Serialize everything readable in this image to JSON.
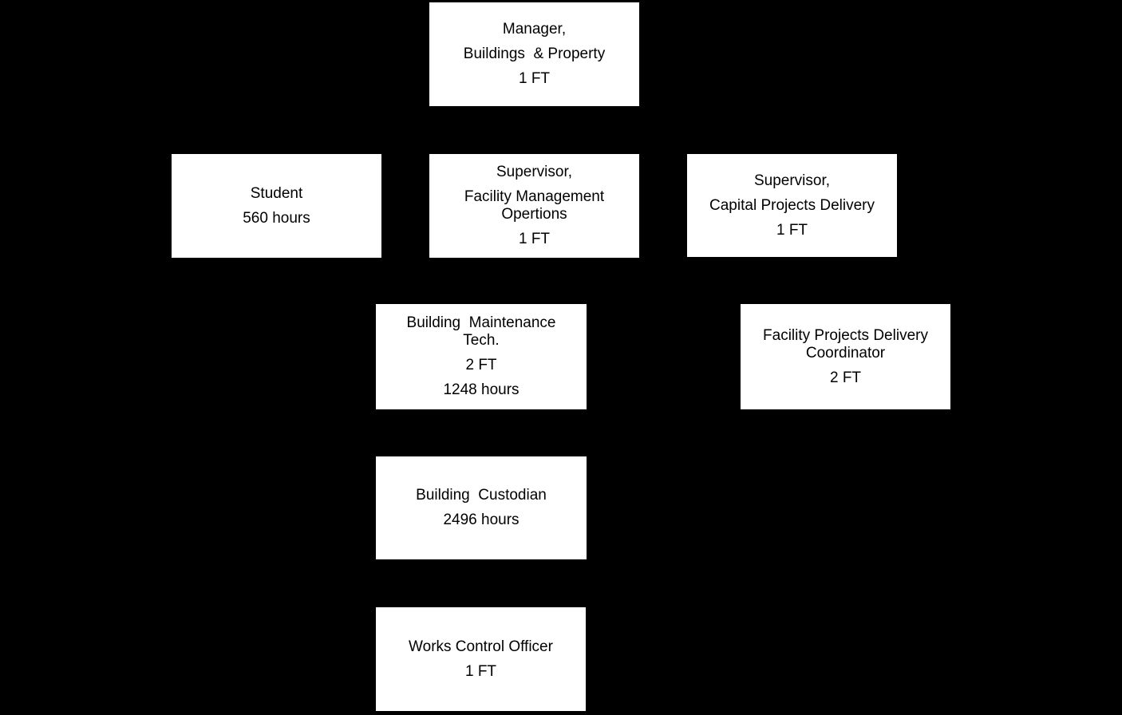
{
  "colors": {
    "background": "#000000",
    "node_fill": "#ffffff",
    "node_text": "#000000"
  },
  "org_chart": {
    "nodes": {
      "manager": {
        "lines": [
          "Manager,",
          "Buildings  & Property",
          "1 FT"
        ]
      },
      "student": {
        "lines": [
          "Student",
          "560 hours"
        ]
      },
      "supervisor_facility_management": {
        "lines": [
          "Supervisor,",
          "Facility Management",
          "Opertions",
          "1 FT"
        ]
      },
      "supervisor_capital_projects": {
        "lines": [
          "Supervisor,",
          "Capital Projects Delivery",
          "1 FT"
        ]
      },
      "building_maintenance_tech": {
        "lines": [
          "Building  Maintenance",
          "Tech.",
          "2 FT",
          "1248 hours"
        ]
      },
      "facility_projects_delivery_coordinator": {
        "lines": [
          "Facility Projects Delivery",
          "Coordinator",
          "2 FT"
        ]
      },
      "building_custodian": {
        "lines": [
          "Building  Custodian",
          "2496 hours"
        ]
      },
      "works_control_officer": {
        "lines": [
          "Works Control Officer",
          "1 FT"
        ]
      }
    }
  }
}
